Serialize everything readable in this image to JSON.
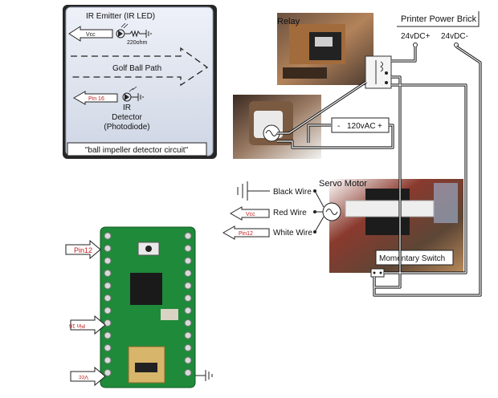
{
  "inset": {
    "emitter_label": "IR Emitter (IR LED)",
    "vcc": "Vcc",
    "resistor": "220ohm",
    "path_label": "Golf Ball Path",
    "pin16": "Pin 16",
    "detector_line1": "IR",
    "detector_line2": "Detector",
    "detector_line3": "(Photodiode)",
    "caption": "\"ball impeller detector circuit\""
  },
  "relay_label": "Relay",
  "power": {
    "title": "Printer Power Brick",
    "plus": "24vDC+",
    "minus": "24vDC-"
  },
  "ac_label": "120vAC",
  "ac_minus": "-",
  "ac_plus": "+",
  "servo": {
    "title": "Servo Motor",
    "black": "Black Wire",
    "red": "Red Wire",
    "white": "White Wire",
    "vcc": "Vcc",
    "pin12": "Pin12"
  },
  "switch_label": "Momentary Switch",
  "board": {
    "pin12": "Pin12",
    "pin16": "Pin 16",
    "vcc": "Vcc"
  }
}
